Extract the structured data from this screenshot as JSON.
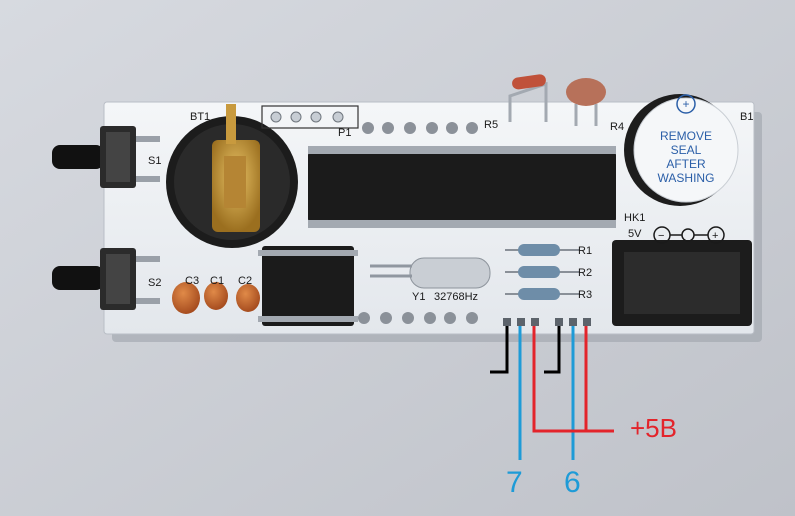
{
  "board": {
    "labels": {
      "bt1": "BT1",
      "p1": "P1",
      "s1": "S1",
      "s2": "S2",
      "r1": "R1",
      "r2": "R2",
      "r3": "R3",
      "r4": "R4",
      "r5": "R5",
      "c1": "C1",
      "c2": "C2",
      "c3": "C3",
      "y1": "Y1",
      "freq": "32768Hz",
      "v5": "5V",
      "hk1": "HK1",
      "b1": "B1",
      "polarity_minus": "−",
      "polarity_plus": "+"
    },
    "buzzer_sticker": [
      "REMOVE",
      "SEAL",
      "AFTER",
      "WASHING"
    ],
    "buzzer_plus": "+"
  },
  "annotations": {
    "supply": "+5B",
    "pin_7": "7",
    "pin_6": "6",
    "colors": {
      "supply": "#e3242b",
      "pin": "#1e9bd7",
      "ground": "#000000"
    }
  }
}
